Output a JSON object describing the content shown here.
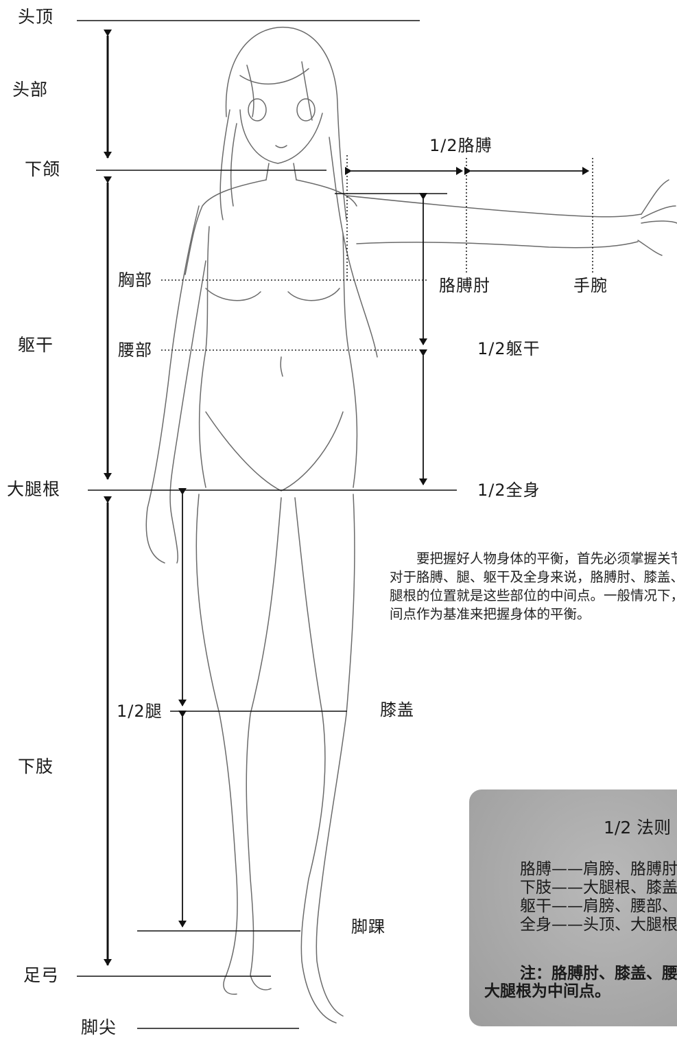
{
  "labels": {
    "head_top": "头顶",
    "head": "头部",
    "jaw": "下颌",
    "chest": "胸部",
    "waist": "腰部",
    "torso": "躯干",
    "groin": "大腿根",
    "lower_limb": "下肢",
    "half_leg": "1/2腿",
    "knee": "膝盖",
    "ankle": "脚踝",
    "arch": "足弓",
    "toe": "脚尖",
    "half_arm": "1/2胳膊",
    "elbow": "胳膊肘",
    "wrist": "手腕",
    "half_torso": "1/2躯干",
    "half_body": "1/2全身"
  },
  "paragraph": "要把握好人物身体的平衡，首先必须掌握关节的位置。对于胳膊、腿、躯干及全身来说，胳膊肘、膝盖、腰部及大腿根的位置就是这些部位的中间点。一般情况下，以这些中间点作为基准来把握身体的平衡。",
  "rule_box": {
    "title": "1/2 法则",
    "lines": [
      "胳膊——肩膀、胳膊肘、手腕",
      "下肢——大腿根、膝盖、脚踝",
      "躯干——肩膀、腰部、大腿根",
      "全身——头顶、大腿根、脚尖"
    ],
    "note_line1": "注：胳膊肘、膝盖、腰部、",
    "note_line2": "大腿根为中间点。"
  }
}
